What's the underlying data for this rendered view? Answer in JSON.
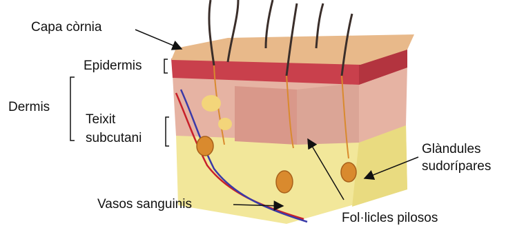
{
  "labels": {
    "capa_cornia": "Capa còrnia",
    "epidermis": "Epidermis",
    "dermis": "Dermis",
    "teixit_line1": "Teixit",
    "teixit_line2": "subcutani",
    "glandules_line1": "Glàndules",
    "glandules_line2": "sudorípares",
    "vasos": "Vasos sanguinis",
    "folicles": "Fol·licles pilosos"
  },
  "colors": {
    "horny_layer": "#e8b98a",
    "epidermis": "#c9404c",
    "dermis": "#e6b3a3",
    "subcutaneous": "#f2e79a",
    "hair": "#3a2e2a",
    "vein": "#3a3aa8",
    "artery": "#c8202a",
    "gland": "#d98a2e"
  }
}
